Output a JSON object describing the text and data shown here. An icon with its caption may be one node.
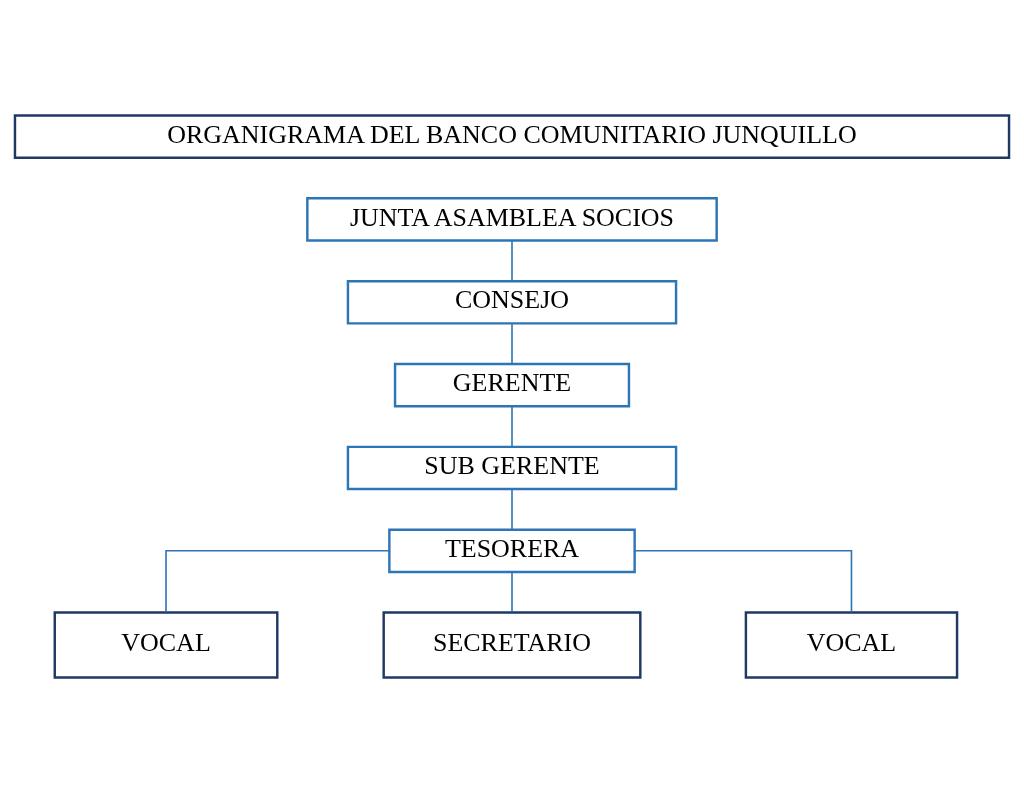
{
  "diagram": {
    "nodes": [
      {
        "text": [
          "ORGANIGRAMA DEL BANCO COMUNITARIO JUNQUILLO"
        ]
      },
      {
        "text": [
          "JUNTA ASAMBLEA SOCIOS"
        ]
      },
      {
        "text": [
          "CONSEJO"
        ]
      },
      {
        "text": [
          "GERENTE"
        ]
      },
      {
        "text": [
          "SUB GERENTE"
        ]
      },
      {
        "text": [
          "TESORERA"
        ]
      },
      {
        "text": [
          "VOCAL"
        ]
      },
      {
        "text": [
          "SECRETARIO"
        ]
      },
      {
        "text": [
          "VOCAL"
        ]
      }
    ],
    "edges": [
      {
        "from": 1,
        "to": 2,
        "arrow": "none"
      },
      {
        "from": 2,
        "to": 3,
        "arrow": "none"
      },
      {
        "from": 3,
        "to": 4,
        "arrow": "none"
      },
      {
        "from": 4,
        "to": 5,
        "arrow": "none"
      },
      {
        "from": 5,
        "to": 6,
        "arrow": "none"
      },
      {
        "from": 5,
        "to": 7,
        "arrow": "none"
      },
      {
        "from": 5,
        "to": 8,
        "arrow": "none"
      }
    ]
  }
}
